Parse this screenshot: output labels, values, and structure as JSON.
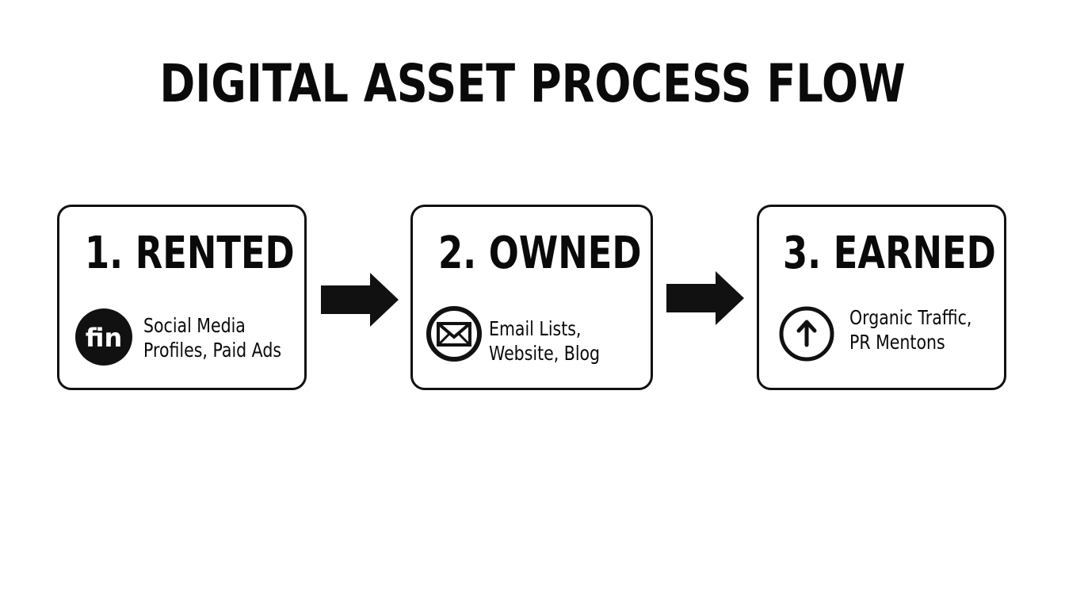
{
  "title": "DIGITAL ASSET PROCESS FLOW",
  "steps": [
    {
      "heading": "1. RENTED",
      "icon": "social-media-icon",
      "icon_text": "fin",
      "description_lines": [
        "Social Media",
        "Profiles, Paid Ads"
      ]
    },
    {
      "heading": "2. OWNED",
      "icon": "envelope-icon",
      "description_lines": [
        "Email Lists,",
        "Website, Blog"
      ]
    },
    {
      "heading": "3. EARNED",
      "icon": "arrow-up-circle-icon",
      "description_lines": [
        "Organic Traffic,",
        "PR Mentons"
      ]
    }
  ],
  "colors": {
    "ink": "#111111",
    "background": "#ffffff"
  }
}
